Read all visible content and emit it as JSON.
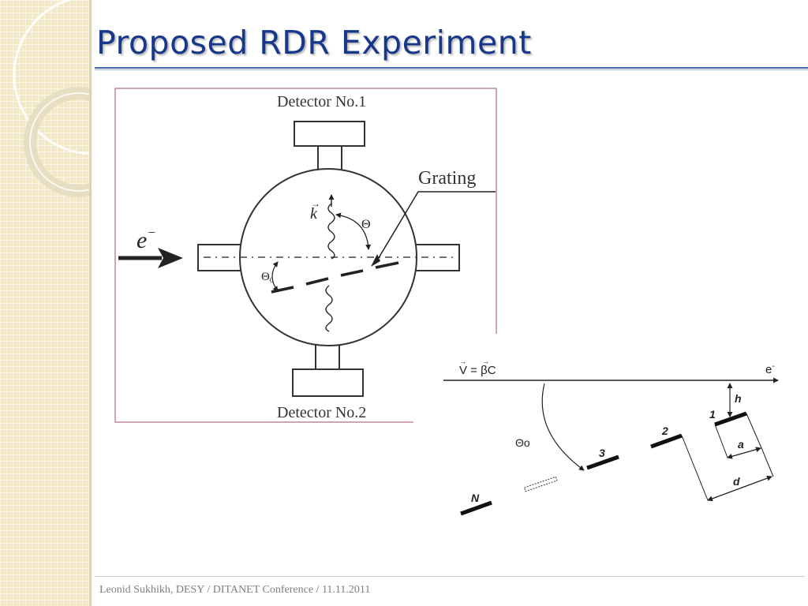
{
  "slide": {
    "title": "Proposed RDR Experiment",
    "footer": "Leonid Sukhikh, DESY / DITANET Conference / 11.11.2011"
  },
  "diagram_top": {
    "detector1_label": "Detector No.1",
    "detector2_label": "Detector No.2",
    "grating_label": "Grating",
    "beam_label": "e",
    "beam_superscript": "−",
    "wave_vector_label": "k",
    "angle_label": "Θ",
    "tilt_angle_label": "Θ",
    "tilt_angle_subscript": "0"
  },
  "diagram_bottom": {
    "velocity_label": "V = βC",
    "electron_label": "e",
    "electron_superscript": "-",
    "angle_label": "Θo",
    "h_label": "h",
    "a_label": "a",
    "d_label": "d",
    "strip_labels": [
      "1",
      "2",
      "3",
      "N"
    ]
  },
  "colors": {
    "title": "#17388a",
    "frame_border": "#a24b5e",
    "sidebar": "#f4e9c6"
  }
}
